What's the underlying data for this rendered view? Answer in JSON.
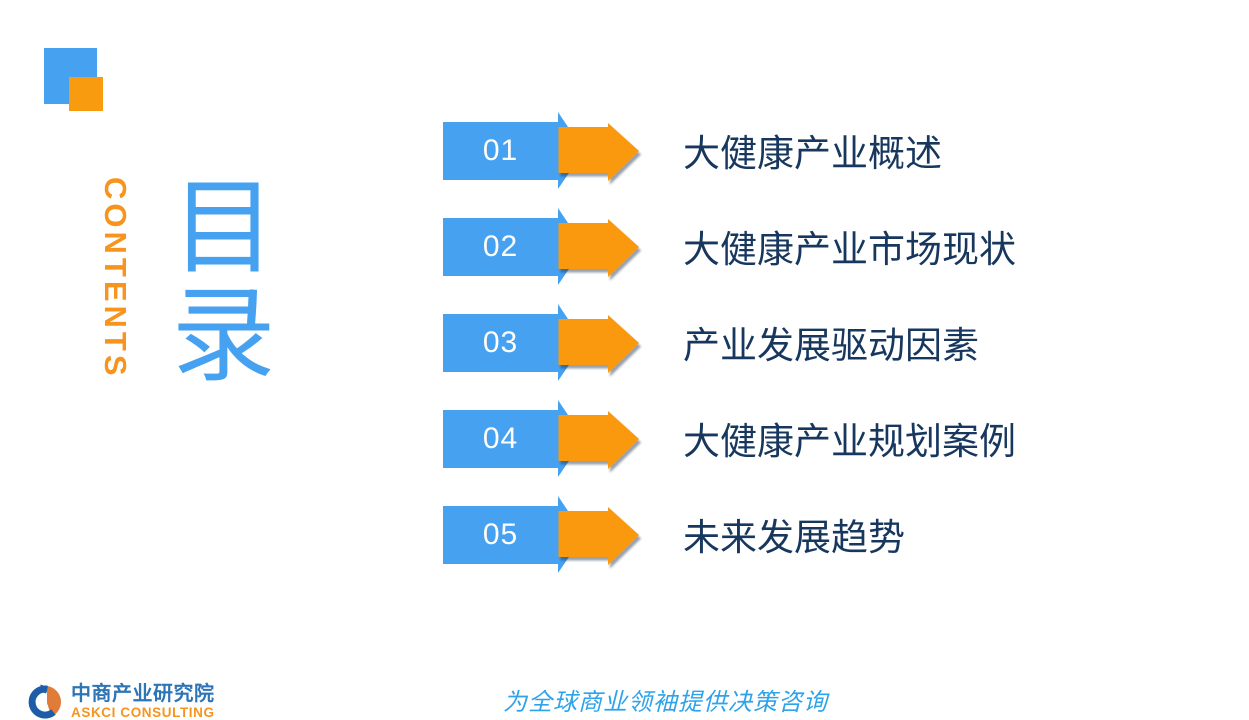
{
  "slide": {
    "background": "#ffffff"
  },
  "decor": {
    "blue_square_color": "#47A1F1",
    "orange_square_color": "#F89B0E"
  },
  "header": {
    "contents_label": "CONTENTS",
    "title_cn": "目录"
  },
  "toc": {
    "items": [
      {
        "num": "01",
        "title": "大健康产业概述"
      },
      {
        "num": "02",
        "title": "大健康产业市场现状"
      },
      {
        "num": "03",
        "title": "产业发展驱动因素"
      },
      {
        "num": "04",
        "title": "大健康产业规划案例"
      },
      {
        "num": "05",
        "title": "未来发展趋势"
      }
    ]
  },
  "colors": {
    "box_blue": "#47A1F1",
    "arrow_orange": "#FA9908",
    "number_text": "#FFFFFF",
    "title_navy": "#17375E",
    "contents_orange": "#F7941D",
    "slogan_blue": "#2EA3E9",
    "logo_cn_blue": "#2E75B6",
    "logo_en_orange": "#F7941D"
  },
  "footer": {
    "logo_cn": "中商产业研究院",
    "logo_en": "ASKCI CONSULTING",
    "slogan": "为全球商业领袖提供决策咨询"
  }
}
